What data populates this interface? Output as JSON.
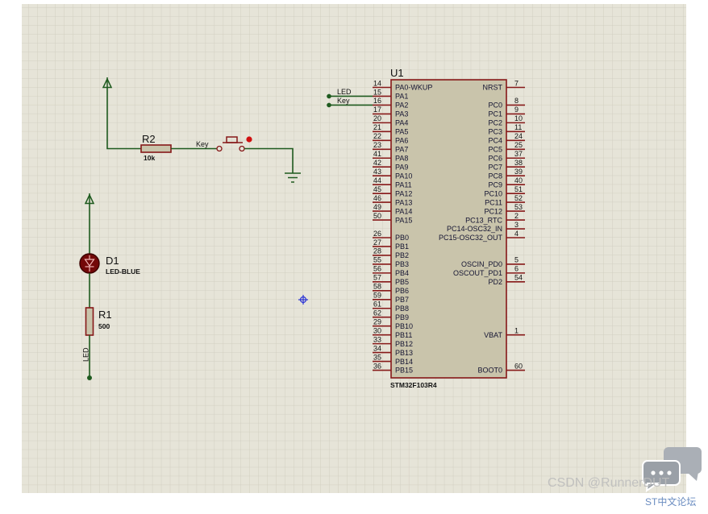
{
  "colors": {
    "page_background": "#ffffff",
    "canvas_background": "#e6e4d8",
    "grid_line": "#cdcabc",
    "wire": "#1e5a1e",
    "component_outline": "#861818",
    "component_fill": "#c9c4ab",
    "pin_text": "#141432",
    "label_text": "#111111",
    "led_body": "#730808",
    "led_symbol": "#f0b4b4",
    "button_indicator": "#d01010",
    "cursor": "#2b33d6",
    "watermark_text": "#bdbdbd",
    "watermark_icon": "#aaafb6",
    "watermark_icon_front": "#9aa0a7",
    "forum_text": "#6a8cc0"
  },
  "icons": {
    "power_terminal": "power-terminal-icon",
    "ground": "ground-icon",
    "led": "diode-icon",
    "cursor": "cursor-crosshair-icon",
    "watermark": "chat-bubble-icon"
  },
  "r2": {
    "ref": "R2",
    "value": "10k"
  },
  "key_button": {
    "label": "Key"
  },
  "d1": {
    "ref": "D1",
    "value": "LED-BLUE"
  },
  "r1": {
    "ref": "R1",
    "value": "500"
  },
  "led_wire_label": "LED",
  "net_labels": {
    "pa1": "LED",
    "pa2": "Key"
  },
  "u1": {
    "ref": "U1",
    "part": "STM32F103R4",
    "left_pins": [
      {
        "number": "14",
        "name": "PA0-WKUP"
      },
      {
        "number": "15",
        "name": "PA1"
      },
      {
        "number": "16",
        "name": "PA2"
      },
      {
        "number": "17",
        "name": "PA3"
      },
      {
        "number": "20",
        "name": "PA4"
      },
      {
        "number": "21",
        "name": "PA5"
      },
      {
        "number": "22",
        "name": "PA6"
      },
      {
        "number": "23",
        "name": "PA7"
      },
      {
        "number": "41",
        "name": "PA8"
      },
      {
        "number": "42",
        "name": "PA9"
      },
      {
        "number": "43",
        "name": "PA10"
      },
      {
        "number": "44",
        "name": "PA11"
      },
      {
        "number": "45",
        "name": "PA12"
      },
      {
        "number": "46",
        "name": "PA13"
      },
      {
        "number": "49",
        "name": "PA14"
      },
      {
        "number": "50",
        "name": "PA15"
      },
      {
        "number": "26",
        "name": "PB0"
      },
      {
        "number": "27",
        "name": "PB1"
      },
      {
        "number": "28",
        "name": "PB2"
      },
      {
        "number": "55",
        "name": "PB3"
      },
      {
        "number": "56",
        "name": "PB4"
      },
      {
        "number": "57",
        "name": "PB5"
      },
      {
        "number": "58",
        "name": "PB6"
      },
      {
        "number": "59",
        "name": "PB7"
      },
      {
        "number": "61",
        "name": "PB8"
      },
      {
        "number": "62",
        "name": "PB9"
      },
      {
        "number": "29",
        "name": "PB10"
      },
      {
        "number": "30",
        "name": "PB11"
      },
      {
        "number": "33",
        "name": "PB12"
      },
      {
        "number": "34",
        "name": "PB13"
      },
      {
        "number": "35",
        "name": "PB14"
      },
      {
        "number": "36",
        "name": "PB15"
      }
    ],
    "right_pins": [
      {
        "number": "7",
        "name": "NRST"
      },
      {
        "number": "8",
        "name": "PC0"
      },
      {
        "number": "9",
        "name": "PC1"
      },
      {
        "number": "10",
        "name": "PC2"
      },
      {
        "number": "11",
        "name": "PC3"
      },
      {
        "number": "24",
        "name": "PC4"
      },
      {
        "number": "25",
        "name": "PC5"
      },
      {
        "number": "37",
        "name": "PC6"
      },
      {
        "number": "38",
        "name": "PC7"
      },
      {
        "number": "39",
        "name": "PC8"
      },
      {
        "number": "40",
        "name": "PC9"
      },
      {
        "number": "51",
        "name": "PC10"
      },
      {
        "number": "52",
        "name": "PC11"
      },
      {
        "number": "53",
        "name": "PC12"
      },
      {
        "number": "2",
        "name": "PC13_RTC"
      },
      {
        "number": "3",
        "name": "PC14-OSC32_IN"
      },
      {
        "number": "4",
        "name": "PC15-OSC32_OUT"
      },
      {
        "number": "5",
        "name": "OSCIN_PD0"
      },
      {
        "number": "6",
        "name": "OSCOUT_PD1"
      },
      {
        "number": "54",
        "name": "PD2"
      },
      {
        "number": "1",
        "name": "VBAT"
      },
      {
        "number": "60",
        "name": "BOOT0"
      }
    ]
  },
  "watermark": {
    "text": "CSDN @RunnerDUT",
    "forum": "ST中文论坛"
  }
}
